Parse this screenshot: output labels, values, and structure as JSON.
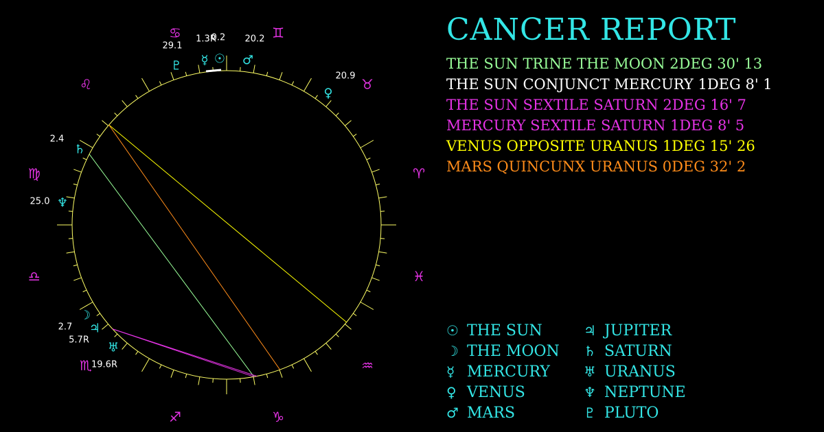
{
  "colors": {
    "background": "#000000",
    "wheel": "#ffff66",
    "cyan": "#33e6e6",
    "magenta": "#e633e6",
    "white": "#ffffff",
    "green": "#99ff99",
    "yellow": "#ffff00",
    "orange": "#ff8c1a"
  },
  "report": {
    "title": "CANCER REPORT",
    "aspects": [
      {
        "text": "THE SUN TRINE THE MOON 2DEG 30' 13",
        "color": "#99ff99"
      },
      {
        "text": "THE SUN CONJUNCT MERCURY 1DEG 8' 1",
        "color": "#ffffff"
      },
      {
        "text": "THE SUN SEXTILE SATURN 2DEG 16' 7",
        "color": "#e633e6"
      },
      {
        "text": "MERCURY SEXTILE SATURN 1DEG 8' 5",
        "color": "#e633e6"
      },
      {
        "text": "VENUS OPPOSITE URANUS 1DEG 15' 26",
        "color": "#ffff00"
      },
      {
        "text": "MARS QUINCUNX URANUS 0DEG 32' 2",
        "color": "#ff8c1a"
      }
    ]
  },
  "legend": [
    {
      "glyph": "☉",
      "name": "THE SUN",
      "icon": "sun-icon"
    },
    {
      "glyph": "☽",
      "name": "THE MOON",
      "icon": "moon-icon"
    },
    {
      "glyph": "☿",
      "name": "MERCURY",
      "icon": "mercury-icon"
    },
    {
      "glyph": "♀",
      "name": "VENUS",
      "icon": "venus-icon"
    },
    {
      "glyph": "♂",
      "name": "MARS",
      "icon": "mars-icon"
    },
    {
      "glyph": "♃",
      "name": "JUPITER",
      "icon": "jupiter-icon"
    },
    {
      "glyph": "♄",
      "name": "SATURN",
      "icon": "saturn-icon"
    },
    {
      "glyph": "♅",
      "name": "URANUS",
      "icon": "uranus-icon"
    },
    {
      "glyph": "♆",
      "name": "NEPTUNE",
      "icon": "neptune-icon"
    },
    {
      "glyph": "♇",
      "name": "PLUTO",
      "icon": "pluto-icon"
    }
  ],
  "wheel": {
    "ascendant_longitude": 180,
    "signs": [
      {
        "glyph": "♈",
        "name": "aries"
      },
      {
        "glyph": "♉",
        "name": "taurus"
      },
      {
        "glyph": "♊",
        "name": "gemini"
      },
      {
        "glyph": "♋",
        "name": "cancer"
      },
      {
        "glyph": "♌",
        "name": "leo"
      },
      {
        "glyph": "♍",
        "name": "virgo"
      },
      {
        "glyph": "♎",
        "name": "libra"
      },
      {
        "glyph": "♏",
        "name": "scorpio"
      },
      {
        "glyph": "♐",
        "name": "sagittarius"
      },
      {
        "glyph": "♑",
        "name": "capricorn"
      },
      {
        "glyph": "♒",
        "name": "aquarius"
      },
      {
        "glyph": "♓",
        "name": "pisces"
      }
    ],
    "planets": [
      {
        "id": "sun",
        "glyph": "☉",
        "longitude": 280.2,
        "label": "0.2"
      },
      {
        "id": "mercury",
        "glyph": "☿",
        "longitude": 281.3,
        "label": "1.3R"
      },
      {
        "id": "pluto",
        "glyph": "♇",
        "longitude": 269.1,
        "label": "29.1"
      },
      {
        "id": "mars",
        "glyph": "♂",
        "longitude": 290.2,
        "label": "20.2"
      },
      {
        "id": "venus",
        "glyph": "♀",
        "longitude": 320.9,
        "label": "20.9"
      },
      {
        "id": "saturn",
        "glyph": "♄",
        "longitude": 222.4,
        "label": "2.4"
      },
      {
        "id": "neptune",
        "glyph": "♆",
        "longitude": 205.0,
        "label": "25.0"
      },
      {
        "id": "moon",
        "glyph": "☽",
        "longitude": 152.7,
        "label": "2.7"
      },
      {
        "id": "jupiter",
        "glyph": "♃",
        "longitude": 155.7,
        "label": "5.7R"
      },
      {
        "id": "uranus",
        "glyph": "♅",
        "longitude": 139.6,
        "label": ""
      },
      {
        "id": "taurus-label",
        "glyph": "",
        "longitude": 139.6,
        "label": "19.6R"
      }
    ],
    "aspect_lines": [
      {
        "from": "sun",
        "to": "moon",
        "color": "#99ff99"
      },
      {
        "from": "sun",
        "to": "saturn",
        "color": "#e633e6"
      },
      {
        "from": "mercury",
        "to": "saturn",
        "color": "#e633e6"
      },
      {
        "from": "venus",
        "to": "uranus",
        "color": "#ffff00"
      },
      {
        "from": "mars",
        "to": "uranus",
        "color": "#ff8c1a"
      }
    ]
  }
}
